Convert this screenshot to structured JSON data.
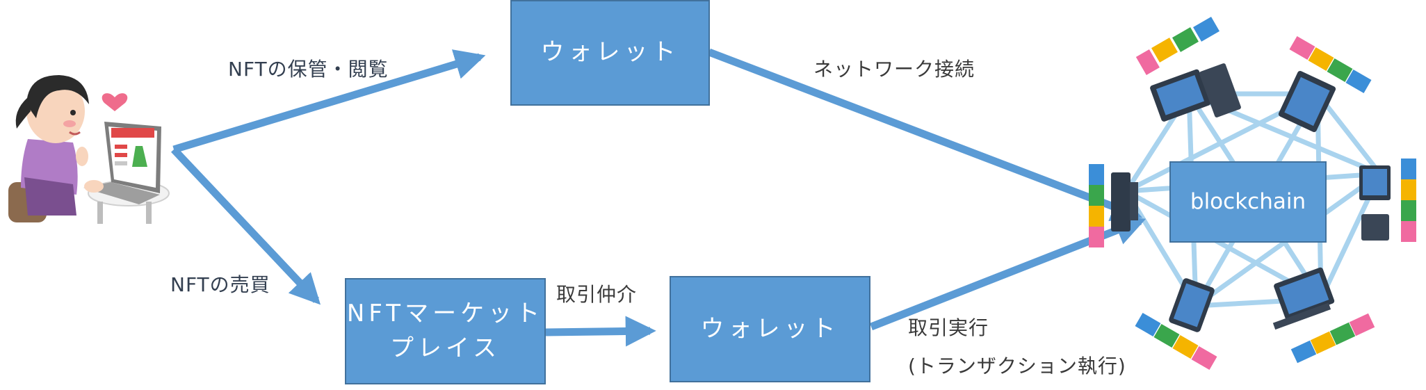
{
  "nodes": {
    "wallet_top": "ウォレット",
    "marketplace_line1": "NFTマーケット",
    "marketplace_line2": "プレイス",
    "wallet_bottom": "ウォレット",
    "blockchain": "blockchain"
  },
  "edges": {
    "storage_view": "NFTの保管・閲覧",
    "buy_sell": "NFTの売買",
    "network_connection": "ネットワーク接続",
    "intermediary": "取引仲介",
    "execute_line1": "取引実行",
    "execute_line2": "(トランザクション執行)"
  },
  "colors": {
    "node_fill": "#5b9bd5",
    "node_border": "#41719c",
    "arrow": "#5b9bd5",
    "network_link": "#a9d3ee",
    "heart": "#ef6c8c"
  },
  "icons": [
    "woman-shopping-laptop-illustration",
    "heart-icon",
    "desktop-computer-icon",
    "laptop-icon",
    "tablet-icon",
    "puzzle-chain-icon"
  ]
}
